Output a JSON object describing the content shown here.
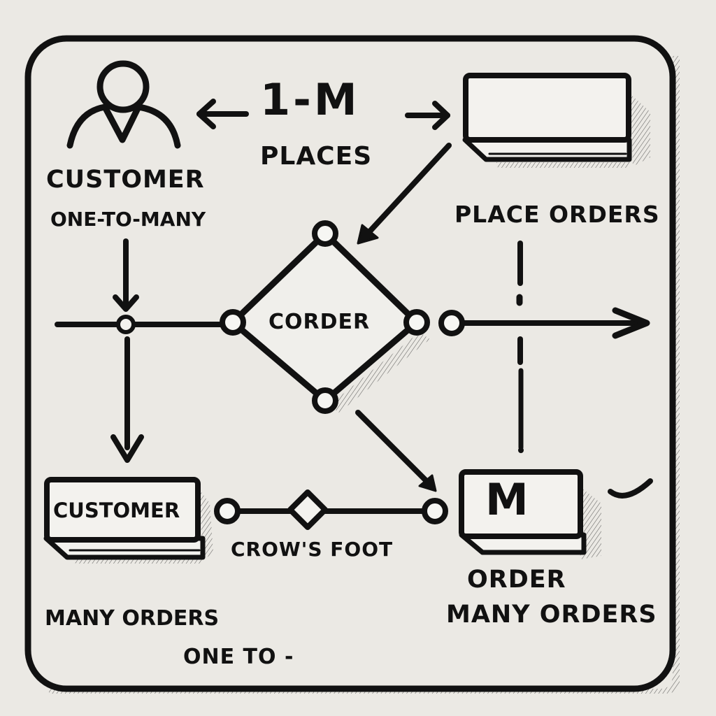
{
  "diagram": {
    "type": "entity-relationship (hand-drawn sketch)",
    "colors": {
      "background": "#ebe9e4",
      "ink": "#111111",
      "fill": "#f3f2ee"
    },
    "labels": {
      "customer_top": "CUSTOMER",
      "one_to_many": "ONE-TO-MANY",
      "cardinality": "1-M",
      "places": "PLACES",
      "place_orders": "PLACE ORDERS",
      "relationship_center": "CORDER",
      "customer_entity": "CUSTOMER",
      "crows_foot": "CROW'S FOOT",
      "order_entity_symbol": "M",
      "order": "ORDER",
      "many_orders_right": "MANY ORDERS",
      "many_orders_left": "MANY ORDERS",
      "one_to": "ONE TO -"
    },
    "nodes": [
      {
        "id": "customer-actor",
        "kind": "person-icon",
        "label": "CUSTOMER"
      },
      {
        "id": "top-entity",
        "kind": "entity-box",
        "label": ""
      },
      {
        "id": "order-relationship",
        "kind": "diamond",
        "label": "CORDER"
      },
      {
        "id": "customer-entity",
        "kind": "entity-box",
        "label": "CUSTOMER"
      },
      {
        "id": "order-entity",
        "kind": "entity-box",
        "label": "M"
      }
    ],
    "edges": [
      {
        "from": "customer-actor",
        "to": "top-entity",
        "label": "1-M",
        "style": "double-arrow"
      },
      {
        "from": "top-entity",
        "to": "order-relationship",
        "style": "arrow"
      },
      {
        "from": "customer-actor",
        "to": "junction",
        "style": "arrow"
      },
      {
        "from": "junction",
        "to": "customer-entity",
        "style": "arrow"
      },
      {
        "from": "order-relationship",
        "to": "order-entity",
        "style": "arrow"
      },
      {
        "from": "customer-entity",
        "to": "order-entity",
        "label": "CROW'S FOOT",
        "style": "connector"
      },
      {
        "from": "order-relationship",
        "to": "right-edge",
        "style": "arrow"
      },
      {
        "from": "place-orders",
        "to": "order-entity",
        "style": "dashed-vertical"
      }
    ]
  }
}
